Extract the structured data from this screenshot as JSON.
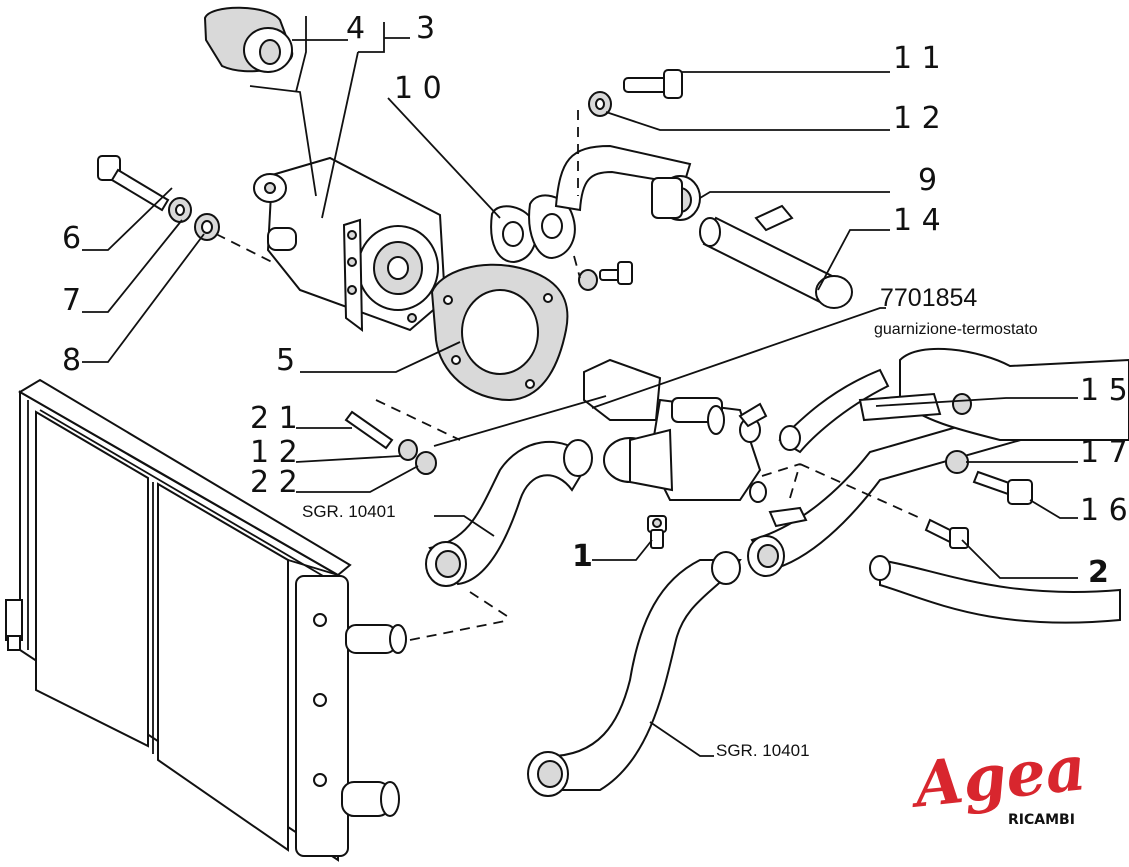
{
  "callouts": [
    {
      "id": "c4",
      "label": "4"
    },
    {
      "id": "c3",
      "label": "3"
    },
    {
      "id": "c10",
      "label": "1 0"
    },
    {
      "id": "c11",
      "label": "1 1"
    },
    {
      "id": "c12a",
      "label": "1 2"
    },
    {
      "id": "c9",
      "label": "9"
    },
    {
      "id": "c14",
      "label": "1 4"
    },
    {
      "id": "c6",
      "label": "6"
    },
    {
      "id": "c7",
      "label": "7"
    },
    {
      "id": "c8",
      "label": "8"
    },
    {
      "id": "c5",
      "label": "5"
    },
    {
      "id": "c21",
      "label": "2 1"
    },
    {
      "id": "c12b",
      "label": "1 2"
    },
    {
      "id": "c22",
      "label": "2 2"
    },
    {
      "id": "c1",
      "label": "1"
    },
    {
      "id": "c15",
      "label": "1 5"
    },
    {
      "id": "c17",
      "label": "1 7"
    },
    {
      "id": "c16",
      "label": "1 6"
    },
    {
      "id": "c2",
      "label": "2"
    }
  ],
  "references": {
    "sgr_upper": "SGR. 10401",
    "sgr_lower": "SGR. 10401"
  },
  "part_code": "7701854",
  "part_description": "guarnizione-termostato",
  "logo": {
    "name": "Agea",
    "sub": "RICAMBI",
    "color": "#d8262e"
  }
}
